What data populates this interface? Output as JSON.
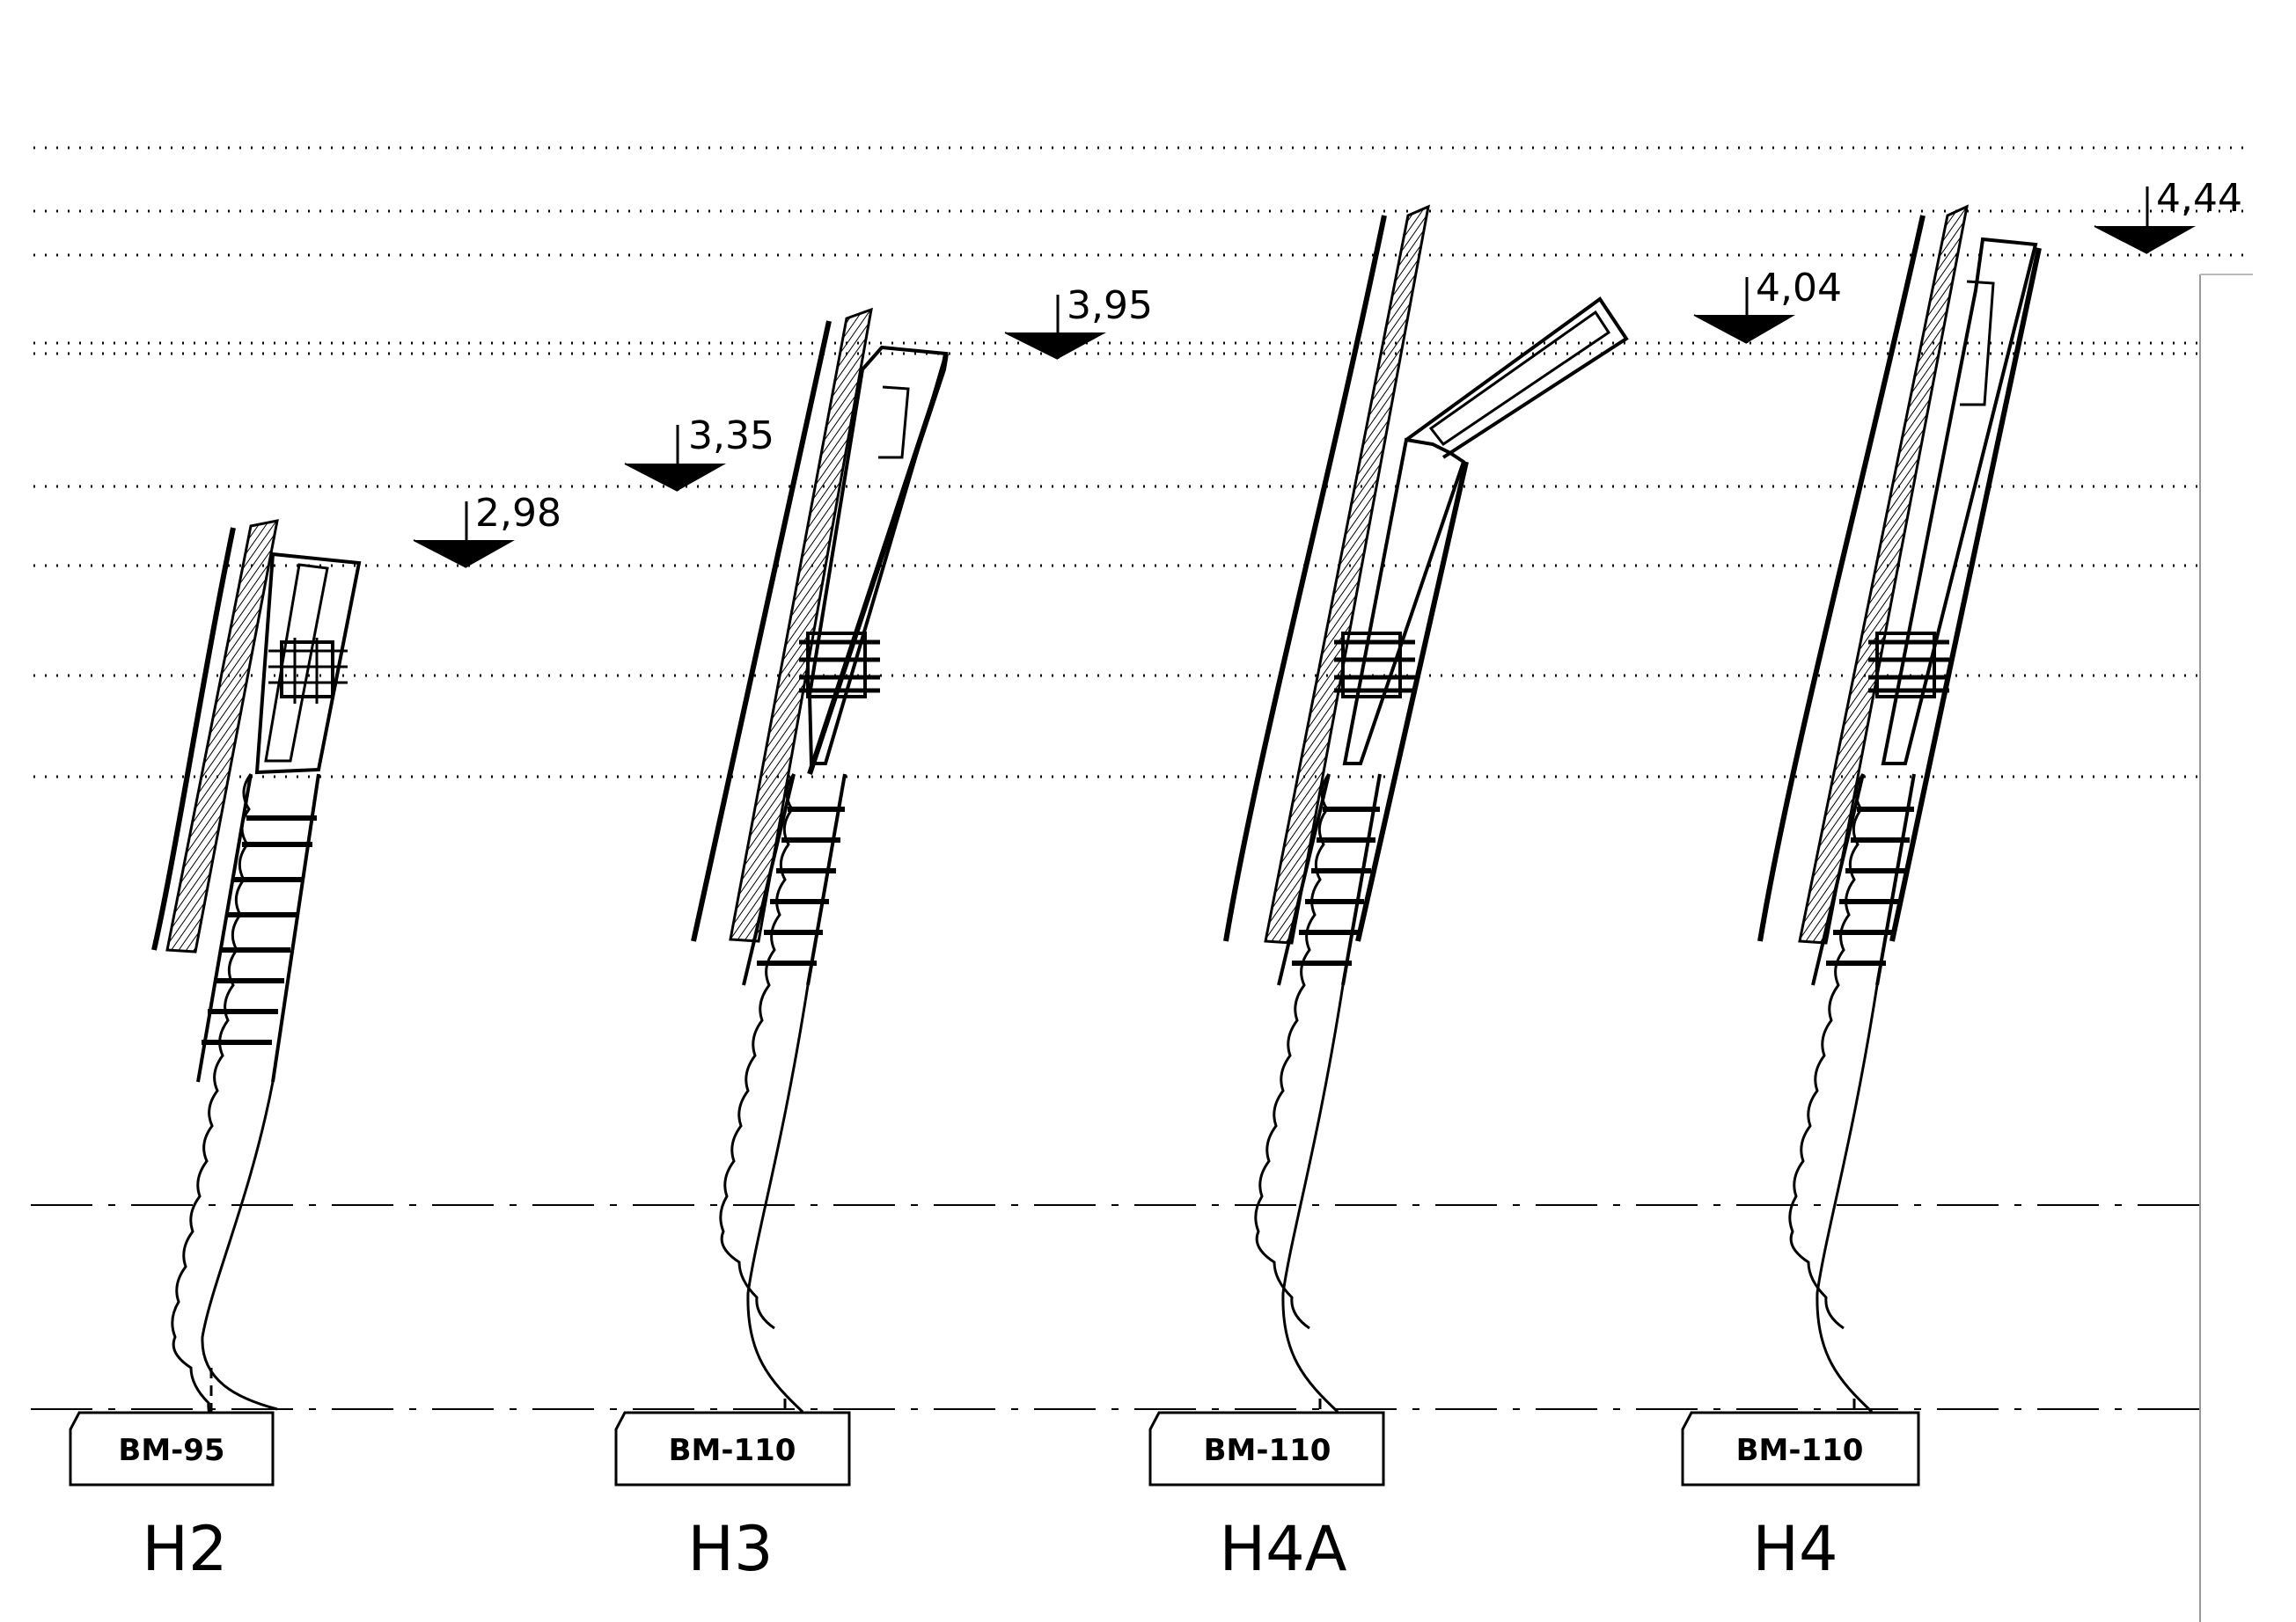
{
  "colors": {
    "line": "#000000",
    "background": "#ffffff"
  },
  "levels": [
    "2,98",
    "3,35",
    "3,95",
    "4,04",
    "4,44"
  ],
  "units": [
    {
      "name": "H2",
      "block": "BM-95"
    },
    {
      "name": "H3",
      "block": "BM-110"
    },
    {
      "name": "H4A",
      "block": "BM-110"
    },
    {
      "name": "H4",
      "block": "BM-110"
    }
  ]
}
